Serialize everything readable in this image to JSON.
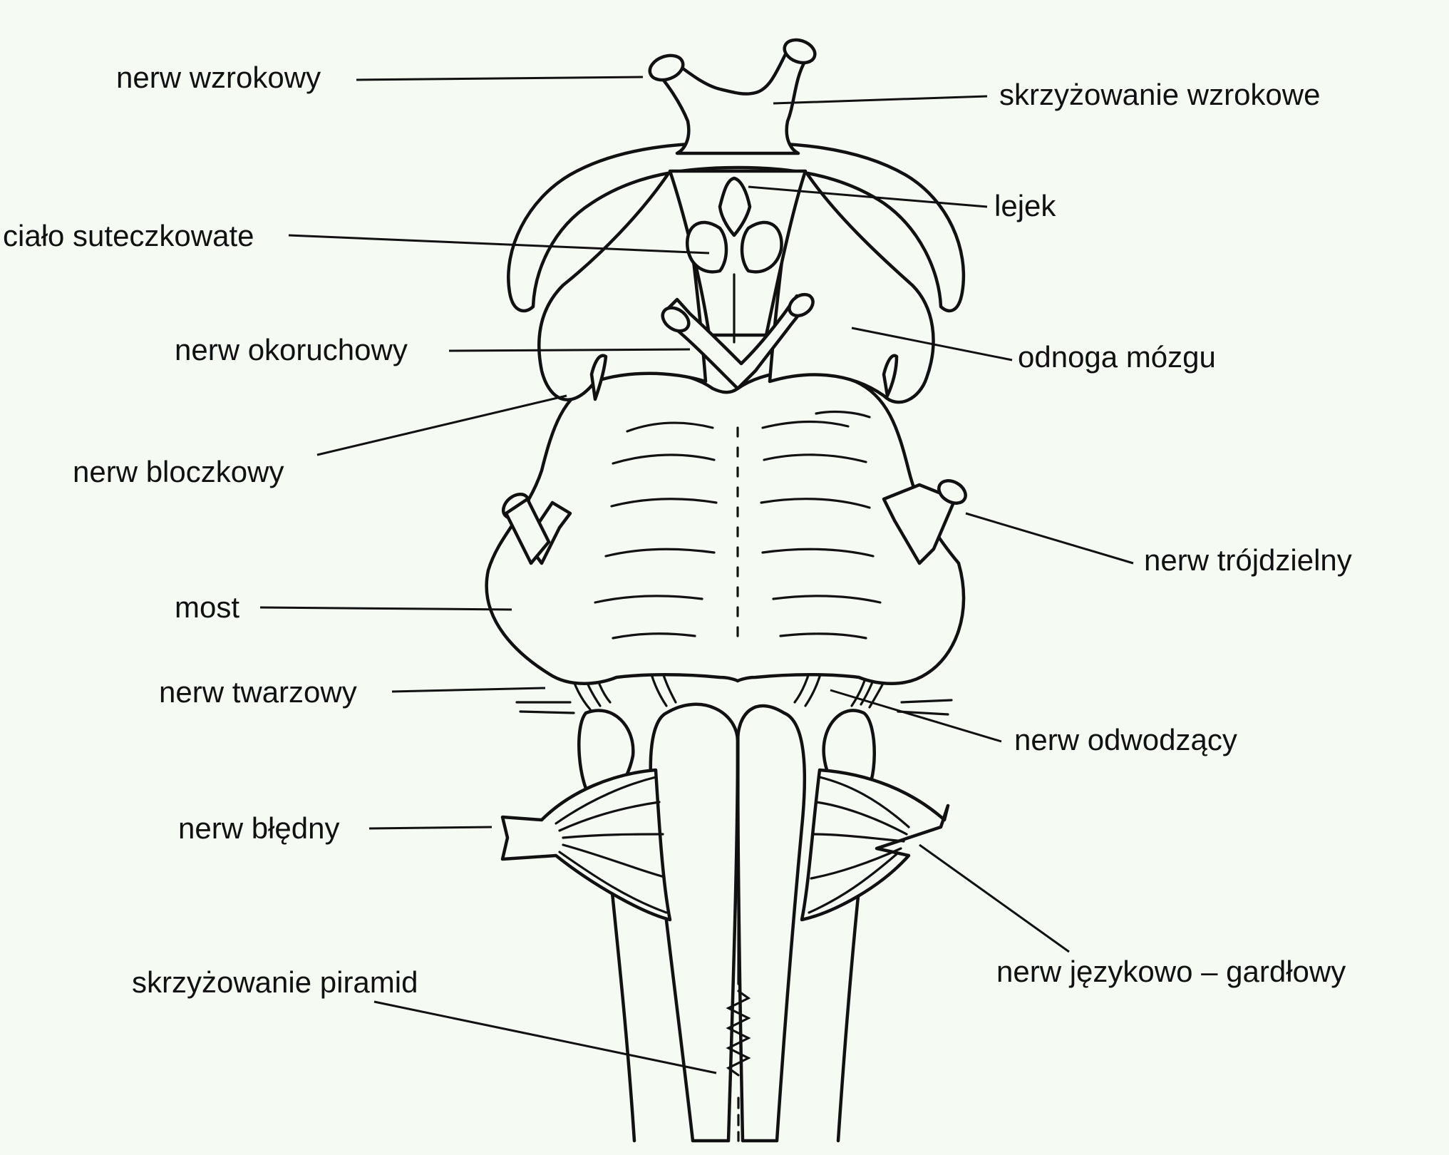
{
  "labels": {
    "optic_nerve": "nerw wzrokowy",
    "optic_chiasm": "skrzyżowanie wzrokowe",
    "infundibulum": "lejek",
    "mammillary_body": "ciało suteczkowate",
    "oculomotor_nerve": "nerw okoruchowy",
    "cerebral_peduncle": "odnoga mózgu",
    "trochlear_nerve": "nerw bloczkowy",
    "trigeminal_nerve": "nerw trójdzielny",
    "pons": "most",
    "facial_nerve": "nerw twarzowy",
    "abducens_nerve": "nerw odwodzący",
    "vagus_nerve": "nerw błędny",
    "glossopharyngeal_nerve": "nerw językowo – gardłowy",
    "pyramidal_decussation": "skrzyżowanie piramid"
  }
}
